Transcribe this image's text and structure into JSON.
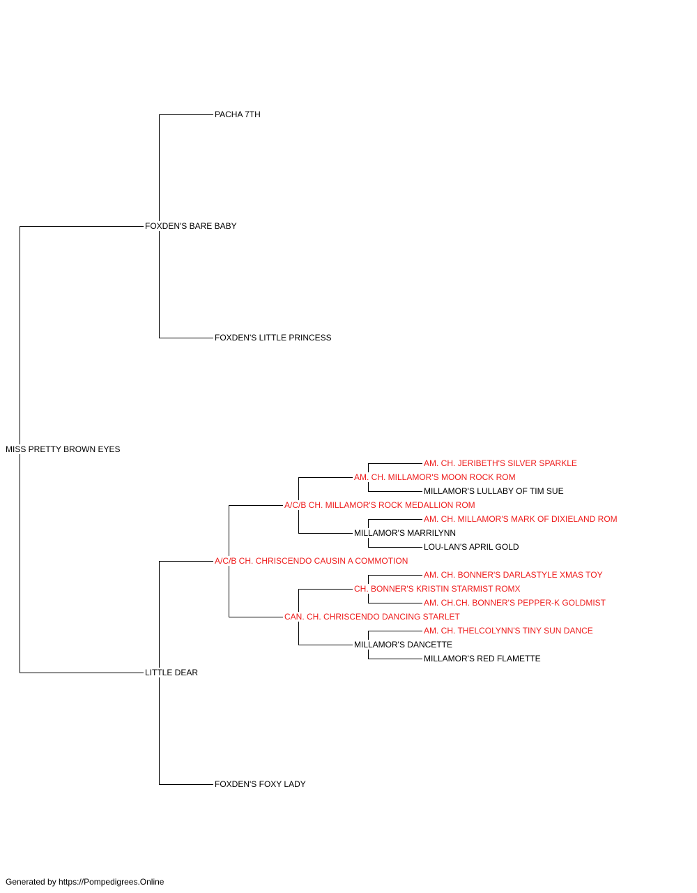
{
  "colors": {
    "champion": "#ee1c1c",
    "normal": "#000000",
    "line": "#000000"
  },
  "pedigree": {
    "subject": {
      "name": "MISS PRETTY BROWN EYES",
      "champion": false
    },
    "sire": {
      "name": "FOXDEN'S BARE BABY",
      "champion": false
    },
    "dam": {
      "name": "LITTLE DEAR",
      "champion": false
    },
    "sire_sire": {
      "name": "PACHA 7TH",
      "champion": false
    },
    "sire_dam": {
      "name": "FOXDEN'S LITTLE PRINCESS",
      "champion": false
    },
    "dam_sire": {
      "name": "A/C/B CH. CHRISCENDO CAUSIN A COMMOTION",
      "champion": true
    },
    "dam_dam": {
      "name": "FOXDEN'S FOXY LADY",
      "champion": false
    },
    "dss": {
      "name": "A/C/B CH. MILLAMOR'S ROCK MEDALLION ROM",
      "champion": true
    },
    "dsd": {
      "name": "CAN. CH. CHRISCENDO DANCING STARLET",
      "champion": true
    },
    "dsss": {
      "name": "AM. CH. MILLAMOR'S MOON ROCK ROM",
      "champion": true
    },
    "dssd": {
      "name": "MILLAMOR'S MARRILYNN",
      "champion": false
    },
    "dsds": {
      "name": "CH. BONNER'S KRISTIN STARMIST ROMX",
      "champion": true
    },
    "dsdd": {
      "name": "MILLAMOR'S DANCETTE",
      "champion": false
    },
    "dssss": {
      "name": "AM. CH. JERIBETH'S SILVER SPARKLE",
      "champion": true
    },
    "dsssd": {
      "name": "MILLAMOR'S LULLABY OF TIM SUE",
      "champion": false
    },
    "dssds": {
      "name": "AM. CH. MILLAMOR'S MARK OF DIXIELAND ROM",
      "champion": true
    },
    "dssdd": {
      "name": "LOU-LAN'S APRIL GOLD",
      "champion": false
    },
    "dsdss": {
      "name": "AM. CH. BONNER'S DARLASTYLE XMAS TOY",
      "champion": true
    },
    "dsdsd": {
      "name": "AM. CH.CH. BONNER'S PEPPER-K GOLDMIST",
      "champion": true
    },
    "dsdds": {
      "name": "AM. CH. THELCOLYNN'S TINY SUN DANCE",
      "champion": true
    },
    "dsddd": {
      "name": "MILLAMOR'S RED FLAMETTE",
      "champion": false
    }
  },
  "footer": {
    "text": "Generated by https://Pompedigrees.Online"
  }
}
